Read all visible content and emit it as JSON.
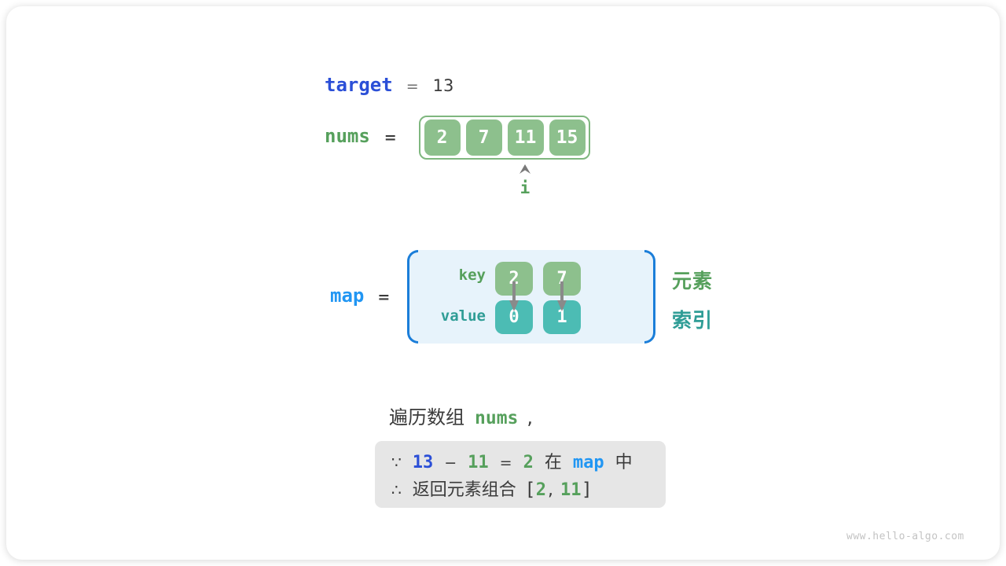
{
  "colors": {
    "royal_blue": "#2b4fd7",
    "bright_blue": "#2196f3",
    "bracket_blue": "#1b7ed9",
    "green_text": "#56a05c",
    "green_box": "#8dc08d",
    "green_border": "#7fb77f",
    "teal_box": "#4cbcb4",
    "teal_text": "#2f9d96",
    "dark_text": "#3b3b3b",
    "note_bg": "#e6e6e6"
  },
  "target_line": {
    "label": "target",
    "eq": "=",
    "value": "13"
  },
  "nums_line": {
    "label": "nums",
    "eq": "="
  },
  "nums_array": {
    "cells": [
      "2",
      "7",
      "11",
      "15"
    ],
    "pointer": {
      "label": "i",
      "points_to_value": "11",
      "index": 2
    }
  },
  "map_line": {
    "label": "map",
    "eq": "="
  },
  "map_table": {
    "row_labels": {
      "key": "key",
      "value": "value"
    },
    "keys": [
      "2",
      "7"
    ],
    "values": [
      "0",
      "1"
    ],
    "side_labels": {
      "element": "元素",
      "index": "索引"
    }
  },
  "caption": {
    "text": "遍历数组",
    "code": "nums",
    "comma": ","
  },
  "note": {
    "line1": {
      "because": "∵",
      "minuend": "13",
      "minus": "−",
      "subtrahend": "11",
      "eq": "=",
      "difference": "2",
      "zai": "在",
      "map": "map",
      "zhong": "中"
    },
    "line2": {
      "therefore": "∴",
      "text": "返回元素组合",
      "lbracket": "[",
      "first": "2",
      "comma": ",",
      "second": "11",
      "rbracket": "]"
    }
  },
  "footer": {
    "url": "www.hello-algo.com"
  }
}
